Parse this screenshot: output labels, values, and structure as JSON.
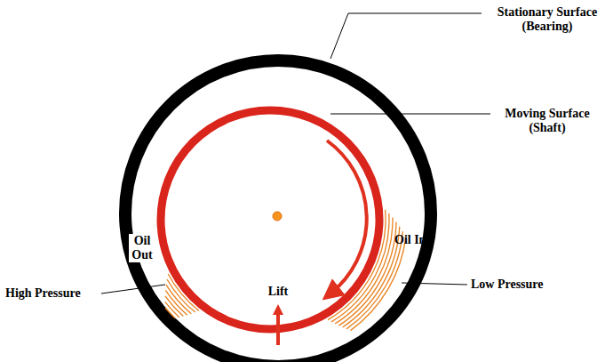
{
  "diagram": {
    "labels": [
      "Stationary Surface (Bearing)",
      "Moving Surface (Shaft)",
      "Oil Out",
      "Oil In",
      "High Pressure",
      "Low Pressure",
      "Lift"
    ]
  }
}
